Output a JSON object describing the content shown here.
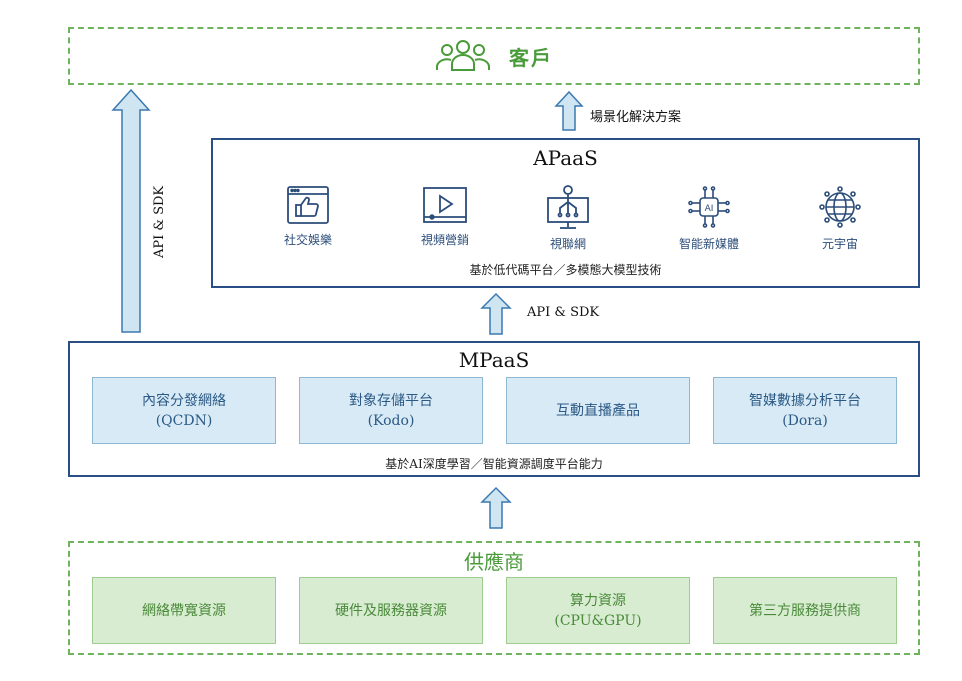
{
  "customer": {
    "label": "客戶"
  },
  "arrows": {
    "scene_solution": "場景化解決方案",
    "api_sdk_middle": "API & SDK",
    "api_sdk_vertical": "API & SDK"
  },
  "apaas": {
    "title": "APaaS",
    "items": [
      {
        "label": "社交娛樂",
        "icon": "thumbs-up-browser-icon"
      },
      {
        "label": "視頻營銷",
        "icon": "video-player-icon"
      },
      {
        "label": "視聯網",
        "icon": "connected-monitor-icon"
      },
      {
        "label": "智能新媒體",
        "icon": "ai-chip-icon"
      },
      {
        "label": "元宇宙",
        "icon": "globe-network-icon"
      }
    ],
    "footnote": "基於低代碼平台／多模態大模型技術"
  },
  "mpaas": {
    "title": "MPaaS",
    "cards": [
      {
        "line1": "內容分發網絡",
        "line2": "(QCDN)"
      },
      {
        "line1": "對象存儲平台",
        "line2": "(Kodo)"
      },
      {
        "line1": "互動直播產品",
        "line2": ""
      },
      {
        "line1": "智媒數據分析平台",
        "line2": "(Dora)"
      }
    ],
    "footnote": "基於AI深度學習／智能資源調度平台能力"
  },
  "supplier": {
    "title": "供應商",
    "cards": [
      {
        "line1": "網絡帶寬資源",
        "line2": ""
      },
      {
        "line1": "硬件及服務器資源",
        "line2": ""
      },
      {
        "line1": "算力資源",
        "line2": "(CPU&GPU)"
      },
      {
        "line1": "第三方服務提供商",
        "line2": ""
      }
    ]
  },
  "colors": {
    "green_accent": "#6fb35c",
    "navy_border": "#2a4f86",
    "arrow_fill": "#cfe5f2",
    "arrow_stroke": "#3b79b0"
  }
}
